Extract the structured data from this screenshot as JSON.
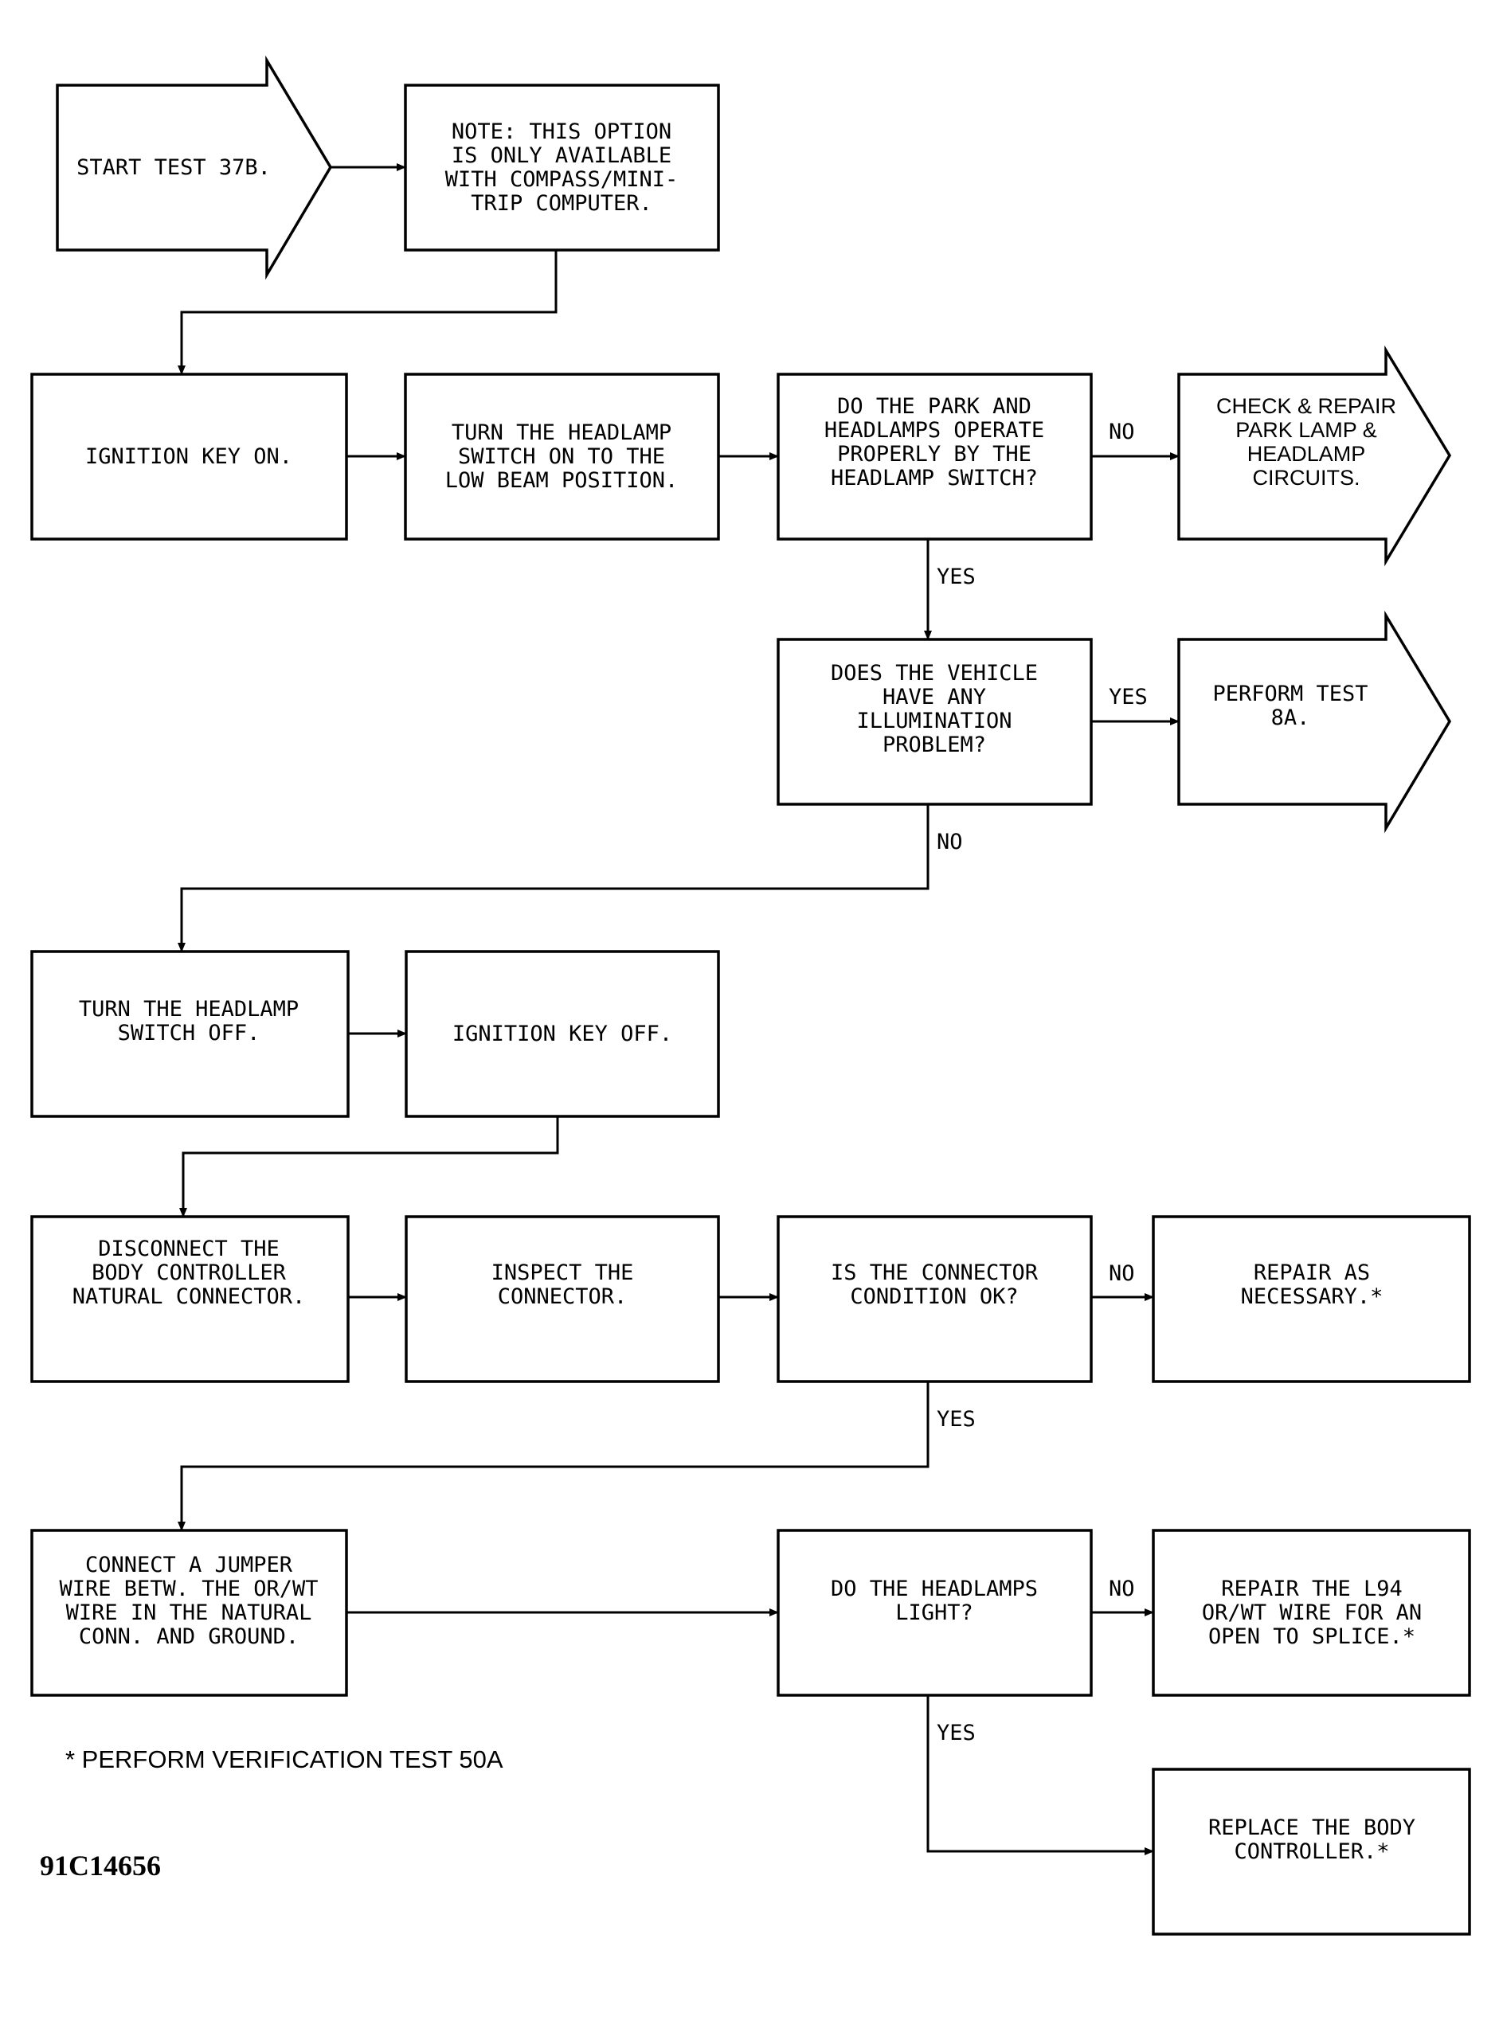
{
  "nodes": {
    "start": {
      "lines": [
        "START TEST 37B."
      ]
    },
    "note": {
      "lines": [
        "NOTE: THIS OPTION",
        "IS ONLY AVAILABLE",
        "WITH COMPASS/MINI-",
        "TRIP COMPUTER."
      ]
    },
    "ign_on": {
      "lines": [
        "IGNITION KEY ON."
      ]
    },
    "hl_low": {
      "lines": [
        "TURN THE HEADLAMP",
        "SWITCH ON TO THE",
        "LOW BEAM POSITION."
      ]
    },
    "q_park": {
      "lines": [
        "DO THE PARK AND",
        "HEADLAMPS OPERATE",
        "PROPERLY BY THE",
        "HEADLAMP SWITCH?"
      ]
    },
    "chk_repair": {
      "lines": [
        "CHECK & REPAIR",
        "PARK LAMP &",
        "HEADLAMP",
        "CIRCUITS."
      ]
    },
    "q_illum": {
      "lines": [
        "DOES THE VEHICLE",
        "HAVE ANY",
        "ILLUMINATION",
        "PROBLEM?"
      ]
    },
    "test8a": {
      "lines": [
        "PERFORM TEST",
        "8A."
      ]
    },
    "hl_off": {
      "lines": [
        "TURN THE HEADLAMP",
        "SWITCH OFF."
      ]
    },
    "ign_off": {
      "lines": [
        "IGNITION KEY OFF."
      ]
    },
    "disconnect": {
      "lines": [
        "DISCONNECT THE",
        "BODY CONTROLLER",
        "NATURAL CONNECTOR."
      ]
    },
    "inspect": {
      "lines": [
        "INSPECT THE",
        "CONNECTOR."
      ]
    },
    "q_conn": {
      "lines": [
        "IS THE CONNECTOR",
        "CONDITION OK?"
      ]
    },
    "repair": {
      "lines": [
        "REPAIR AS",
        "NECESSARY.*"
      ]
    },
    "jumper": {
      "lines": [
        "CONNECT A JUMPER",
        "WIRE BETW. THE OR/WT",
        "WIRE IN THE NATURAL",
        "CONN. AND GROUND."
      ]
    },
    "q_light": {
      "lines": [
        "DO THE HEADLAMPS",
        "LIGHT?"
      ]
    },
    "repair_l94": {
      "lines": [
        "REPAIR THE L94",
        "OR/WT WIRE FOR AN",
        "OPEN TO SPLICE.*"
      ]
    },
    "replace_bc": {
      "lines": [
        "REPLACE THE BODY",
        "CONTROLLER.*"
      ]
    }
  },
  "branches": {
    "park_no": "NO",
    "park_yes": "YES",
    "illum_yes": "YES",
    "illum_no": "NO",
    "conn_no": "NO",
    "conn_yes": "YES",
    "light_no": "NO",
    "light_yes": "YES"
  },
  "footnote": "* PERFORM VERIFICATION TEST 50A",
  "figure_id": "91C14656"
}
